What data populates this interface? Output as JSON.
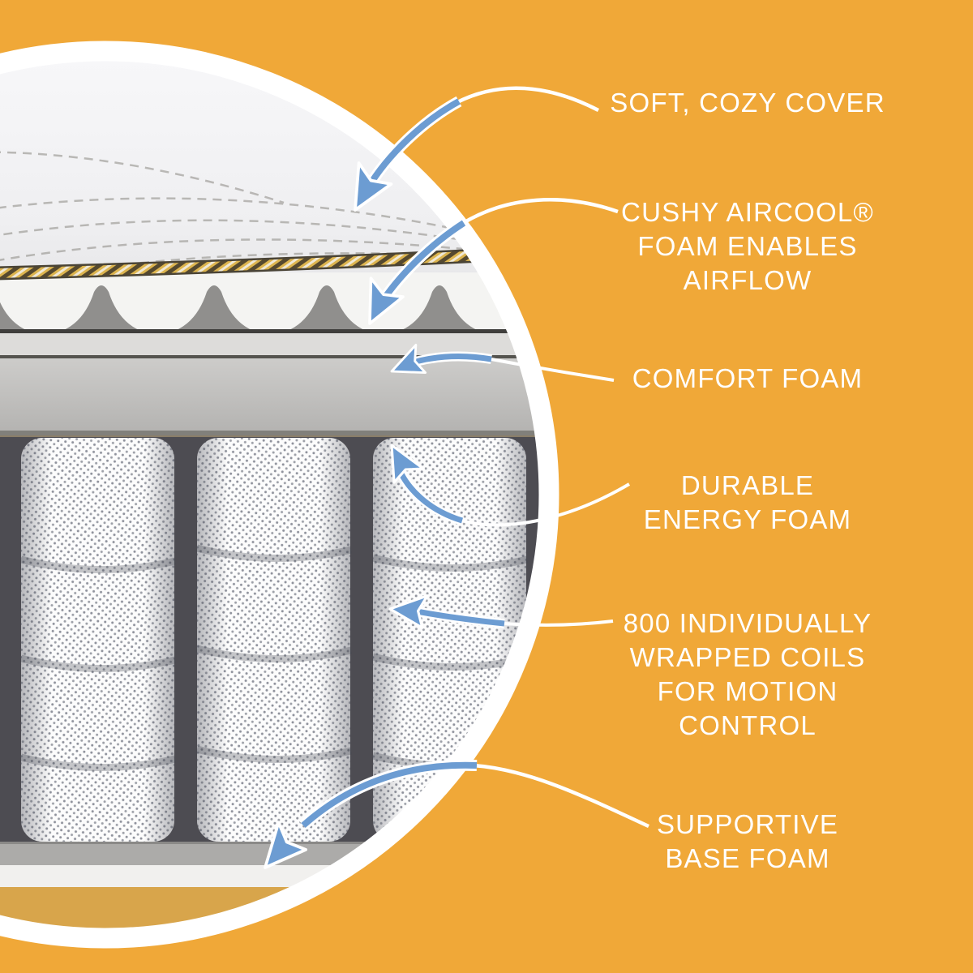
{
  "labels": [
    {
      "id": "soft-cozy-cover",
      "lines": [
        "SOFT, COZY COVER"
      ]
    },
    {
      "id": "cushy-aircool-foam",
      "lines": [
        "CUSHY AIRCOOL®",
        "FOAM ENABLES",
        "AIRFLOW"
      ]
    },
    {
      "id": "comfort-foam",
      "lines": [
        "COMFORT FOAM"
      ]
    },
    {
      "id": "durable-energy-foam",
      "lines": [
        "DURABLE",
        "ENERGY FOAM"
      ]
    },
    {
      "id": "wrapped-coils",
      "lines": [
        "800 INDIVIDUALLY",
        "WRAPPED COILS",
        "FOR MOTION",
        "CONTROL"
      ]
    },
    {
      "id": "supportive-base-foam",
      "lines": [
        "SUPPORTIVE",
        "BASE FOAM"
      ]
    }
  ],
  "colors": {
    "background": "#F0A838",
    "arrow_blue": "#6C9CD2",
    "label_text": "#FFFFFF",
    "circle_ring": "#FFFFFF",
    "base_foam_yellow": "#D8A54B"
  },
  "illustration": {
    "description": "Cut-away cross-section of a hybrid mattress inside a white-ringed circle",
    "layers_top_to_bottom": [
      "quilted cover",
      "convoluted aircool foam",
      "comfort foam",
      "durable energy foam",
      "pocketed coils",
      "base layer",
      "supportive base foam"
    ]
  }
}
